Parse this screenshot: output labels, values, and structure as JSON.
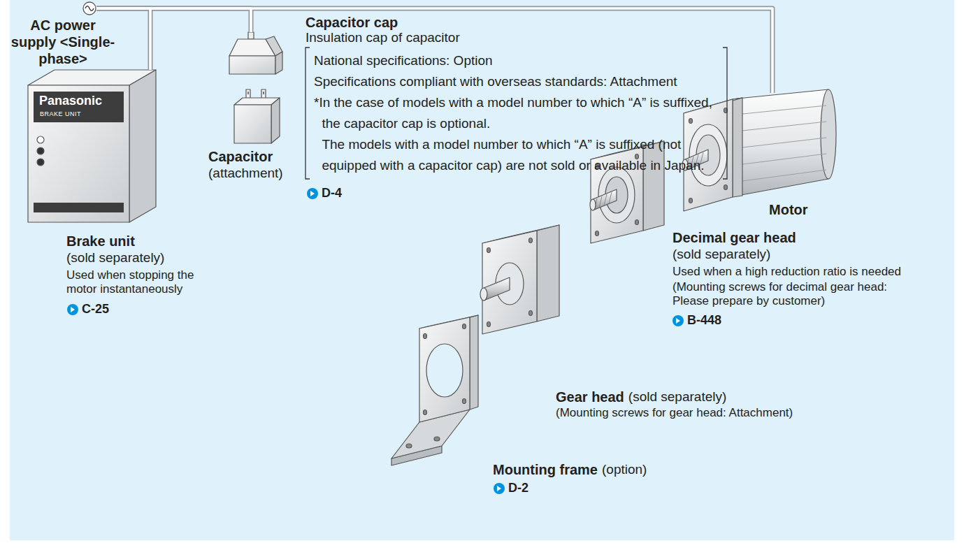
{
  "diagram": {
    "nodes": [
      {
        "text": [
          "AC power supply <Single-phase>"
        ]
      },
      {
        "text": [
          "Panasonic",
          "BRAKE UNIT",
          "Brake unit",
          "(sold separately)",
          "Used when stopping the motor instantaneously"
        ]
      },
      {
        "text": [
          "Capacitor cap",
          "Insulation cap of capacitor"
        ]
      },
      {
        "text": [
          "Capacitor",
          "(attachment)"
        ]
      },
      {
        "text": [
          "Motor"
        ]
      },
      {
        "text": [
          "Decimal gear head",
          "(sold separately)",
          "Used when a high reduction ratio is needed",
          "(Mounting screws for decimal gear head: Please prepare by customer)"
        ]
      },
      {
        "text": [
          "Gear head",
          "(sold separately)",
          "(Mounting screws for gear head: Attachment)"
        ]
      },
      {
        "text": [
          "Mounting frame",
          "(option)"
        ]
      }
    ],
    "edges": [
      {
        "from": 0,
        "to": 1,
        "arrow": "none"
      },
      {
        "from": 0,
        "to": 2,
        "arrow": "none"
      },
      {
        "from": 0,
        "to": 4,
        "arrow": "none"
      }
    ],
    "labels": [
      "National specifications: Option",
      "Specifications compliant with overseas standards: Attachment",
      "*In the case of models with a model number to which “A” is suffixed, the capacitor cap is optional.",
      "The models with a model number to which “A” is suffixed (not equipped with a capacitor cap) are not sold or available in Japan.",
      "D-4",
      "C-25",
      "B-448",
      "D-2"
    ]
  }
}
